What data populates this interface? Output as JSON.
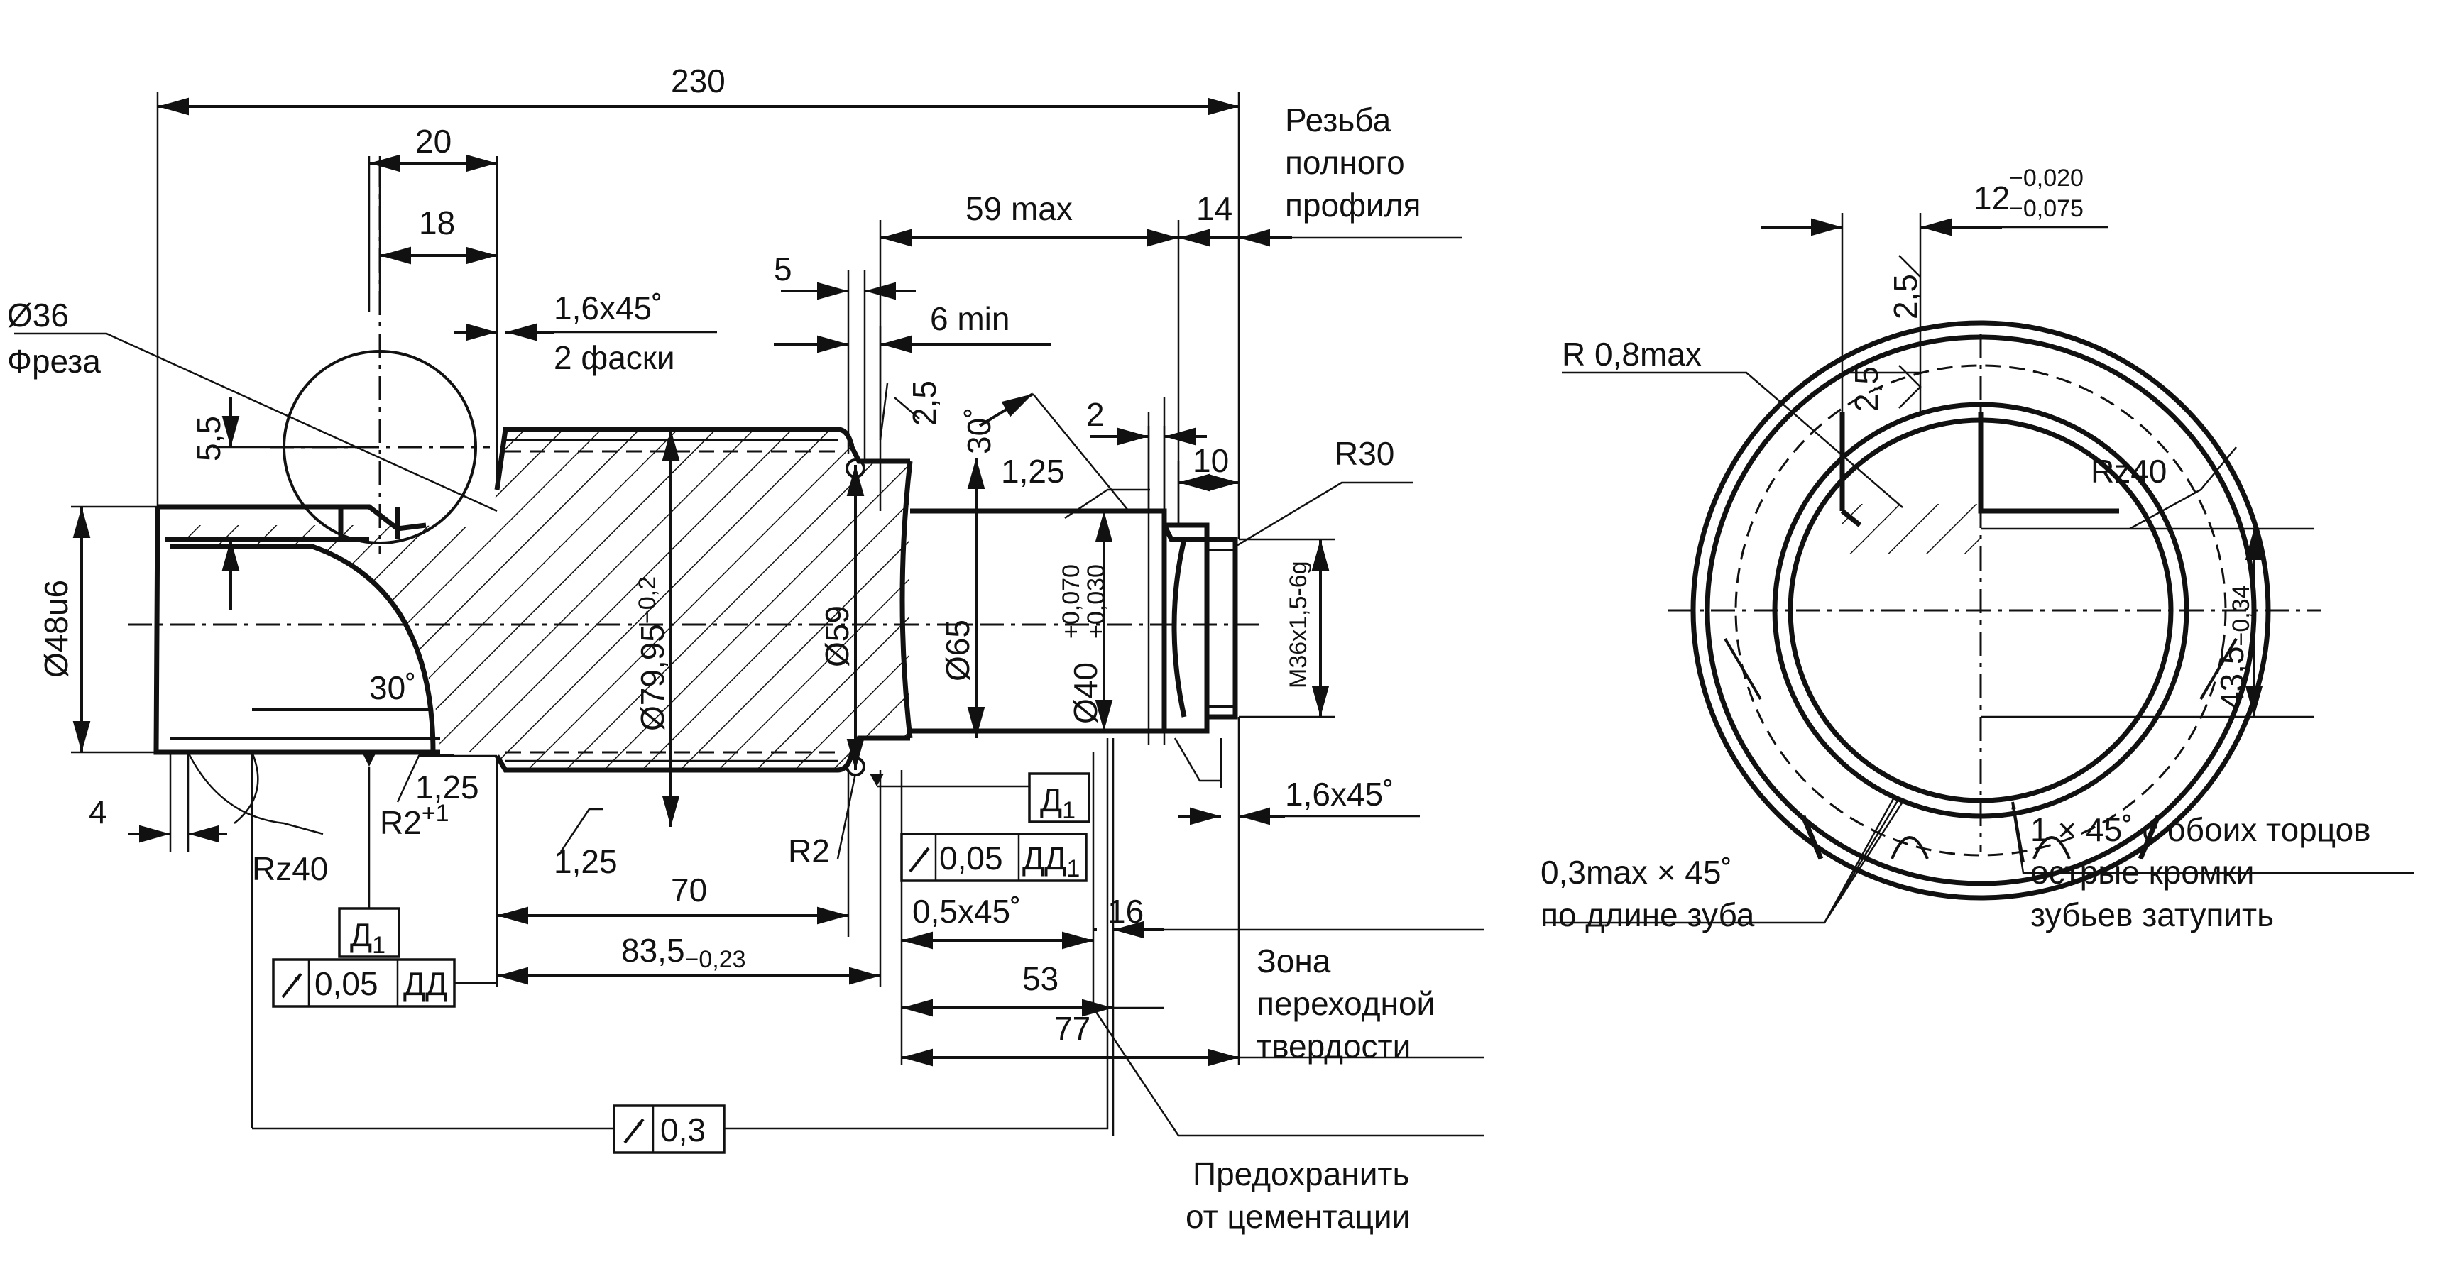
{
  "dims": {
    "total_length": "230",
    "d20": "20",
    "d18": "18",
    "d5_5": "5,5",
    "d5": "5",
    "d6min": "6 min",
    "d59max": "59 max",
    "d14": "14",
    "d2": "2",
    "d10": "10",
    "d2_5": "2,5",
    "a30a": "30˚",
    "a30b": "30˚",
    "d1_25a": "1,25",
    "d1_25b": "1,25",
    "d1_25c": "1,25",
    "r30": "R30",
    "r2": "R2",
    "r2_base": "R2",
    "r2_sup": "+1",
    "rz40a": "Rz40",
    "rz40b": "Rz40",
    "d4": "4",
    "d70": "70",
    "d83_base": "83,5",
    "d83_tol": "−0,23",
    "d0_5x45": "0,5x45˚",
    "d16": "16",
    "d53": "53",
    "d77": "77",
    "ch1": "1,6x45˚",
    "ch1_note": "2 фаски",
    "ch2": "1,6x45˚",
    "dia48": "Ø48u6",
    "dia79_base": "Ø79,95",
    "dia79_tol": "−0,2",
    "dia59": "Ø59",
    "dia65": "Ø65",
    "dia40_base": "Ø40",
    "dia40_up": "+0,070",
    "dia40_lo": "+0,030",
    "thread": "M36x1,5-6g",
    "d12_base": "12",
    "d12_up": "−0,020",
    "d12_lo": "−0,075",
    "d43_base": "43,5",
    "d43_tol": "−0,34",
    "r0_8": "R 0,8max",
    "d2_5b": "2,5",
    "d2_5c": "2,5"
  },
  "notes": {
    "mill1": "Ø36",
    "mill2": "Фреза",
    "thread1": "Резьба",
    "thread2": "полного",
    "thread3": "профиля",
    "zone1": "Зона",
    "zone2": "переходной",
    "zone3": "твердости",
    "protect1": "Предохранить",
    "protect2": "от цементации",
    "teeth1": "0,3max × 45˚",
    "teeth2": "по длине зуба",
    "edge1": "1 × 45˚ с обоих торцов",
    "edge2": "острые кромки",
    "edge3": "зубьев затупить"
  },
  "datums": {
    "d1": "Д",
    "d1_sub": "1",
    "d2": "Д",
    "d2_sub": "1"
  },
  "tolerance_frames": {
    "f1_value": "0,05",
    "f1_datum": "ДД",
    "f2_value": "0,05",
    "f2_datum": "ДД",
    "f2_sub": "1",
    "f3_value": "0,3"
  },
  "icons": [
    "runout-arrow-icon"
  ]
}
